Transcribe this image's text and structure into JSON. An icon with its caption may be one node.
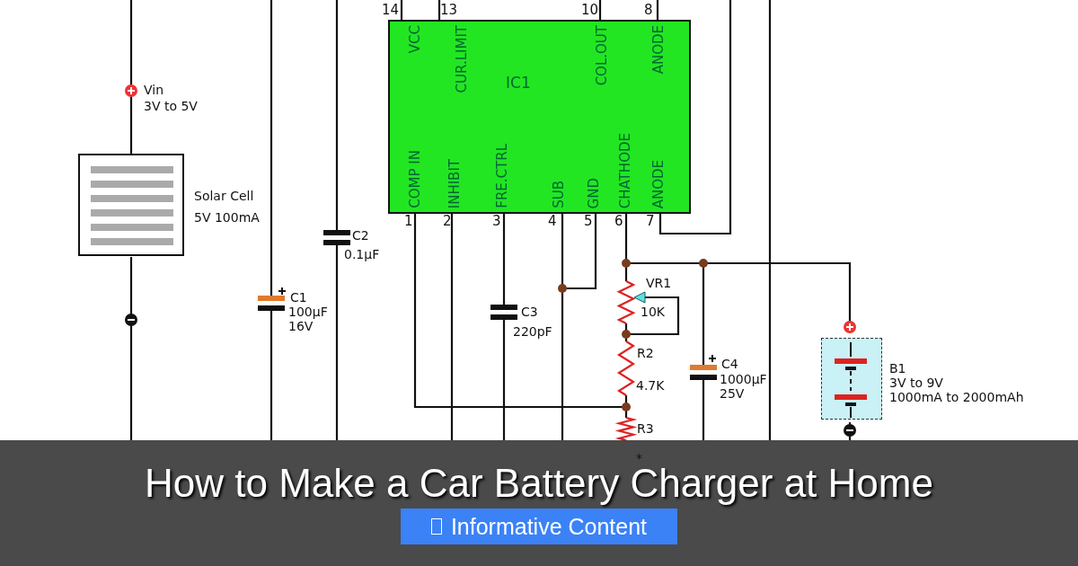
{
  "diagram": {
    "title": "How to Make a Car Battery Charger at Home",
    "nodes": [
      {
        "text": [
          "VCC",
          "CUR.LIMIT",
          "IC1",
          "COL.OUT",
          "ANODE",
          "COMP IN",
          "INHIBIT",
          "FRE.CTRL",
          "SUB",
          "GND",
          "CHATHODE",
          "ANODE"
        ]
      },
      {
        "text": [],
        "shape": "box",
        "beside": [
          "Solar Cell",
          "5V 100mA"
        ]
      },
      {
        "text": [],
        "shape": "box",
        "beside": [
          "B1",
          "3V to 9V",
          "1000mA to 2000mAh"
        ]
      }
    ],
    "labels": [
      "14",
      "13",
      "10",
      "8",
      "Vin",
      "3V to 5V",
      "1",
      "2",
      "3",
      "4",
      "5",
      "6",
      "7",
      "C2",
      "0.1µF",
      "VR1",
      "10K",
      "C1",
      "100µF",
      "16V",
      "C3",
      "220pF",
      "R2",
      "C4",
      "1000µF",
      "25V",
      "4.7K",
      "R3",
      "*",
      "Informative Content"
    ]
  }
}
